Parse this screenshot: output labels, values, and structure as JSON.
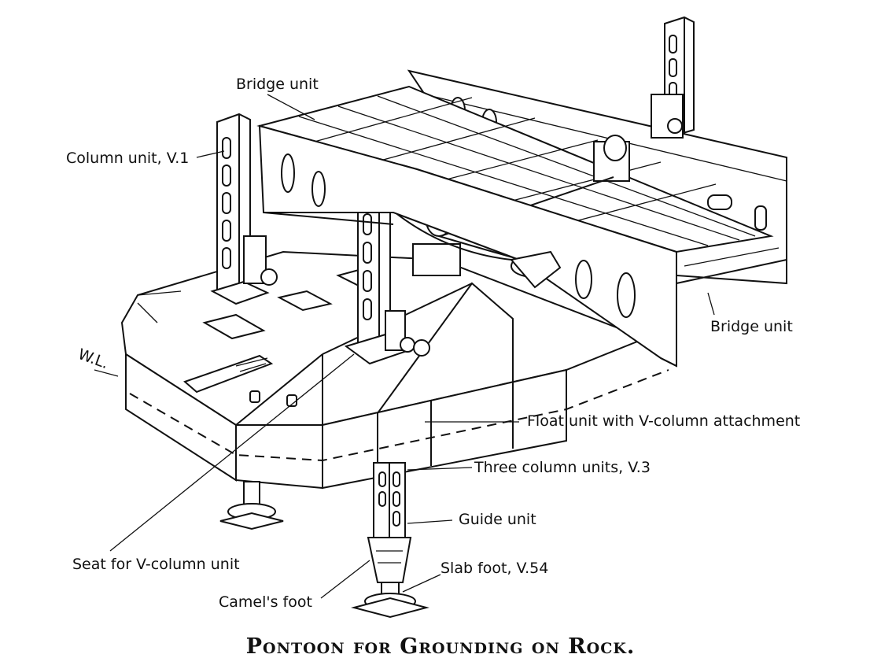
{
  "labels": {
    "bridge_unit_top": "Bridge unit",
    "column_unit_v1": "Column unit, V.1",
    "bridge_unit_right": "Bridge unit",
    "wl": "W.L.",
    "float_unit": "Float unit with V-column attachment",
    "three_column_units": "Three column units, V.3",
    "guide_unit": "Guide unit",
    "seat_v_column": "Seat for V-column unit",
    "slab_foot": "Slab foot, V.54",
    "camels_foot": "Camel's foot"
  },
  "caption": "Pontoon for Grounding on Rock."
}
